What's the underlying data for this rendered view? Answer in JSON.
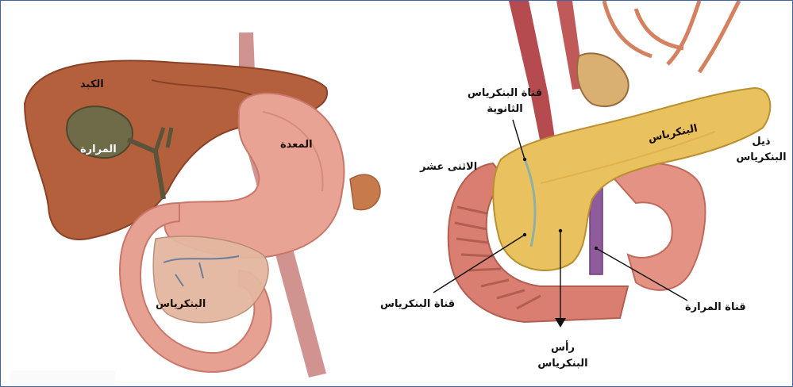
{
  "left_figure": {
    "liver": "الكبد",
    "gallbladder": "المرارة",
    "stomach": "المعدة",
    "pancreas": "البنكرياس"
  },
  "right_figure": {
    "accessory_duct_line1": "قناة البنكرياس",
    "accessory_duct_line2": "الثانوية",
    "duodenum": "الاثنى عشر",
    "pancreas": "البنكرياس",
    "tail_line1": "ذيل",
    "tail_line2": "البنكرياس",
    "pancreatic_duct": "قناة البنكرياس",
    "bile_duct": "قناة المرارة",
    "head_line1": "رأس",
    "head_line2": "البنكرياس"
  },
  "colors": {
    "border": "#3d63ad",
    "liver": "#b5603d",
    "stomach": "#e8a394",
    "pancreas": "#e9c15f",
    "duodenum": "#d97e70",
    "vessel": "#b54a4f",
    "gallbladder": "#6f6a48"
  }
}
